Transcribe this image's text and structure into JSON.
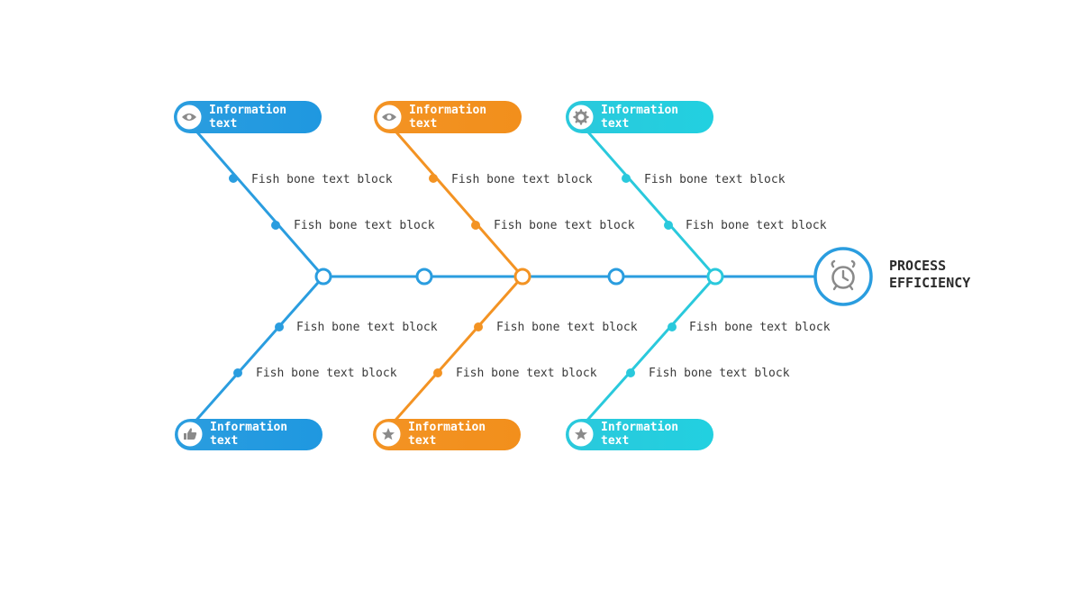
{
  "colors": {
    "blue": "#2a9ddf",
    "orange": "#f39323",
    "cyan": "#2ac9dc",
    "icon_gray": "#8a8a8a"
  },
  "head": {
    "title_line1": "PROCESS",
    "title_line2": "EFFICIENCY",
    "icon": "alarm-clock-icon"
  },
  "pills": [
    {
      "line1": "Information",
      "line2": "text",
      "icon": "eye-icon",
      "color": "blue"
    },
    {
      "line1": "Information",
      "line2": "text",
      "icon": "eye-icon",
      "color": "orange"
    },
    {
      "line1": "Information",
      "line2": "text",
      "icon": "gear-icon",
      "color": "cyan"
    },
    {
      "line1": "Information",
      "line2": "text",
      "icon": "thumbs-up-icon",
      "color": "blue"
    },
    {
      "line1": "Information",
      "line2": "text",
      "icon": "star-icon",
      "color": "orange"
    },
    {
      "line1": "Information",
      "line2": "text",
      "icon": "star-icon",
      "color": "cyan"
    }
  ],
  "bone_texts": [
    "Fish bone text block",
    "Fish bone text block",
    "Fish bone text block",
    "Fish bone text block",
    "Fish bone text block",
    "Fish bone text block",
    "Fish bone text block",
    "Fish bone text block",
    "Fish bone text block",
    "Fish bone text block",
    "Fish bone text block",
    "Fish bone text block"
  ]
}
